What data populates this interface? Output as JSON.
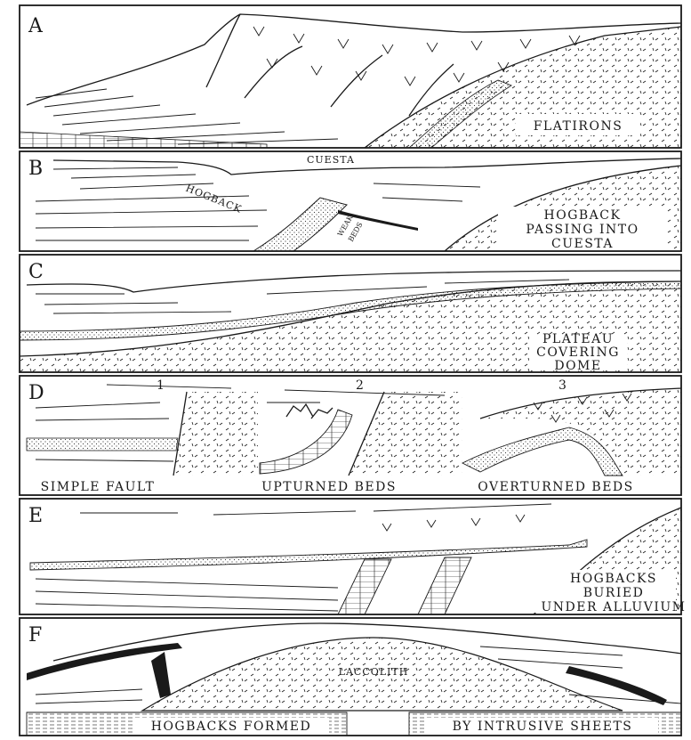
{
  "panels": [
    {
      "letter": "A",
      "captions": [
        "FLATIRONS"
      ]
    },
    {
      "letter": "B",
      "captions": [
        "CUESTA",
        "HOGBACK",
        "HOGBACK",
        "PASSING INTO",
        "CUESTA",
        "WEAK",
        "BEDS"
      ]
    },
    {
      "letter": "C",
      "captions": [
        "PLATEAU",
        "COVERING",
        "DOME"
      ]
    },
    {
      "letter": "D",
      "captions": [
        "1",
        "2",
        "3",
        "SIMPLE FAULT",
        "UPTURNED BEDS",
        "OVERTURNED BEDS"
      ]
    },
    {
      "letter": "E",
      "captions": [
        "HOGBACKS",
        "BURIED",
        "UNDER ALLUVIUM"
      ]
    },
    {
      "letter": "F",
      "captions": [
        "LACCOLITH",
        "HOGBACKS FORMED",
        "BY INTRUSIVE SHEETS"
      ]
    }
  ],
  "colors": {
    "ink": "#1a1a1a",
    "paper": "#ffffff",
    "stipple": "#3a3a3a"
  }
}
